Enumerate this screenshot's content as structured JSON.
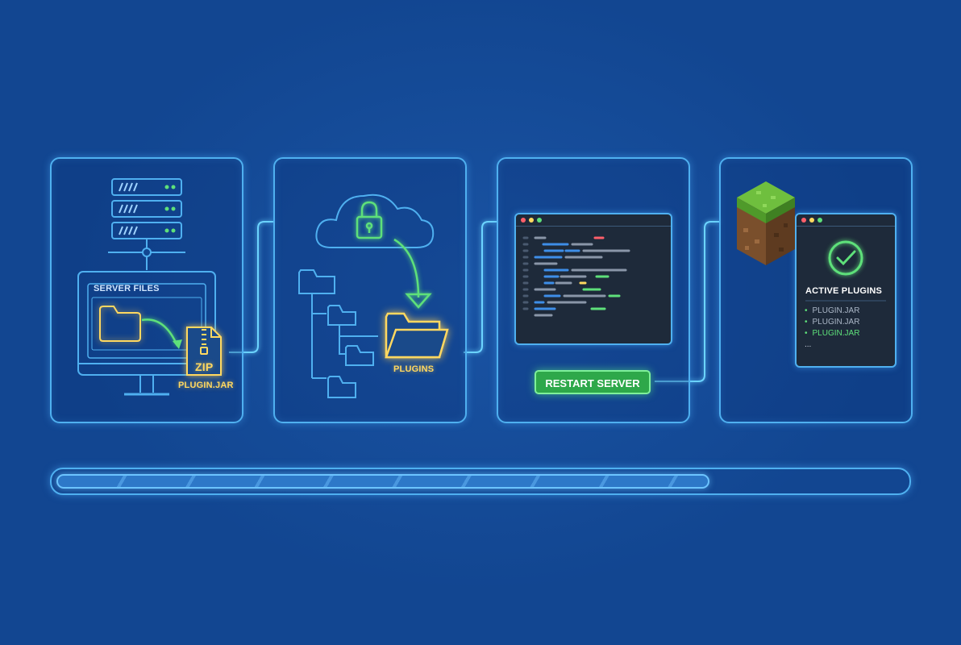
{
  "panels": {
    "files": {
      "title": "SERVER FILES",
      "archive_label": "ZIP",
      "file_label": "PLUGIN.JAR"
    },
    "upload": {
      "folder_label": "PLUGINS"
    },
    "restart": {
      "button_label": "RESTART SERVER"
    },
    "verify": {
      "title": "ACTIVE PLUGINS",
      "items": [
        {
          "label": "PLUGIN.JAR",
          "status": "listed"
        },
        {
          "label": "PLUGIN.JAR",
          "status": "listed"
        },
        {
          "label": "PLUGIN.JAR",
          "status": "active"
        }
      ],
      "more": "..."
    }
  },
  "icons": [
    "server-rack-icon",
    "monitor-icon",
    "folder-icon",
    "zip-file-icon",
    "cloud-lock-icon",
    "folder-tree-icon",
    "terminal-icon",
    "grass-block-icon",
    "check-circle-icon"
  ],
  "progress": {
    "fraction": 0.77
  },
  "colors": {
    "background": "#124691",
    "outline": "#4fb0f0",
    "highlight": "#ffd860",
    "success": "#5ee07a"
  }
}
